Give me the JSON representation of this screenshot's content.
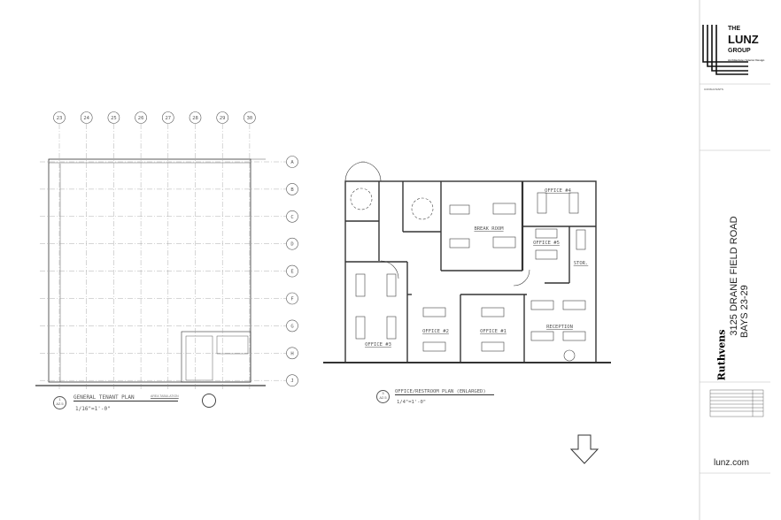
{
  "sheet": {
    "firm": {
      "line1": "THE",
      "line2": "LUNZ",
      "line3": "GROUP",
      "tagline": "Architecture / Interior Design",
      "consultants": "CONSULTANTS"
    },
    "project": {
      "address": "3125 DRANE FIELD ROAD",
      "bays": "BAYS 23-29"
    },
    "client_logo": "Ruthvens",
    "website": "lunz.com"
  },
  "plans": [
    {
      "number": "1",
      "sheet": "A2.5",
      "title": "GENERAL TENANT PLAN",
      "scale": "1/16\"=1'-0\""
    },
    {
      "number": "3",
      "sheet": "A2.5",
      "title": "OFFICE/RESTROOM PLAN (ENLARGED)",
      "scale": "1/4\"=1'-0\""
    }
  ],
  "area_tabulation": {
    "title": "AREA TABULATION"
  },
  "grid_columns": [
    "23",
    "24",
    "25",
    "26",
    "27",
    "28",
    "29",
    "30"
  ],
  "grid_rows": [
    "A",
    "B",
    "C",
    "D",
    "E",
    "F",
    "G",
    "H",
    "J"
  ],
  "rooms": [
    "BREAK ROOM",
    "OFFICE #4",
    "OFFICE #5",
    "STOR.",
    "OFFICE #3",
    "OFFICE #2",
    "OFFICE #1",
    "RECEPTION"
  ],
  "icons": [
    "north-arrow-icon",
    "section-marker-icon"
  ]
}
